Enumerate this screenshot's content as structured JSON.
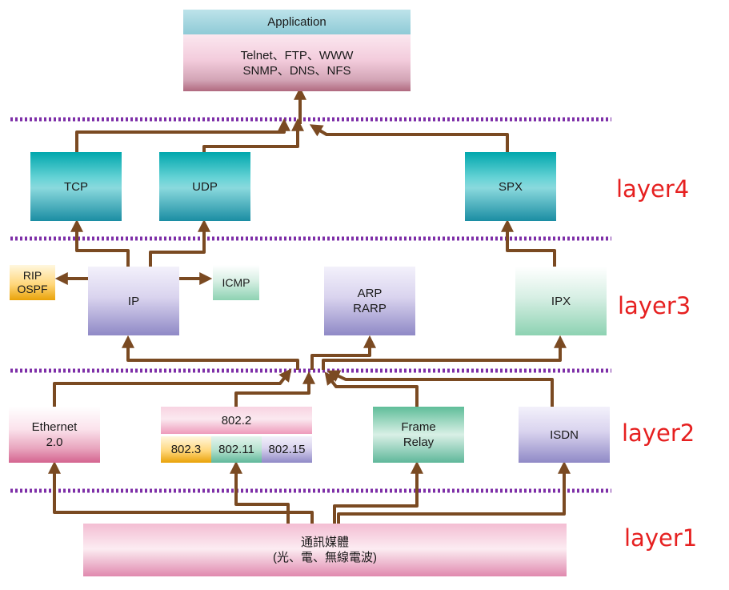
{
  "application": {
    "title": "Application",
    "line1": "Telnet、FTP、WWW",
    "line2": "SNMP、DNS、NFS"
  },
  "layer4": {
    "label": "layer4",
    "tcp": "TCP",
    "udp": "UDP",
    "spx": "SPX"
  },
  "layer3": {
    "label": "layer3",
    "rip": "RIP",
    "ospf": "OSPF",
    "ip": "IP",
    "icmp": "ICMP",
    "arp": "ARP",
    "rarp": "RARP",
    "ipx": "IPX"
  },
  "layer2": {
    "label": "layer2",
    "ethernet_line1": "Ethernet",
    "ethernet_line2": "2.0",
    "llc": "802.2",
    "ieee8023": "802.3",
    "ieee80211": "802.11",
    "ieee80215": "802.15",
    "frame_line1": "Frame",
    "frame_line2": "Relay",
    "isdn": "ISDN"
  },
  "layer1": {
    "label": "layer1",
    "media_line1": "通訊媒體",
    "media_line2": "(光、電、無線電波)"
  },
  "colors": {
    "arrow": "#7a4a22",
    "divider": "#7e2fa8",
    "layer_label": "#e62020"
  }
}
